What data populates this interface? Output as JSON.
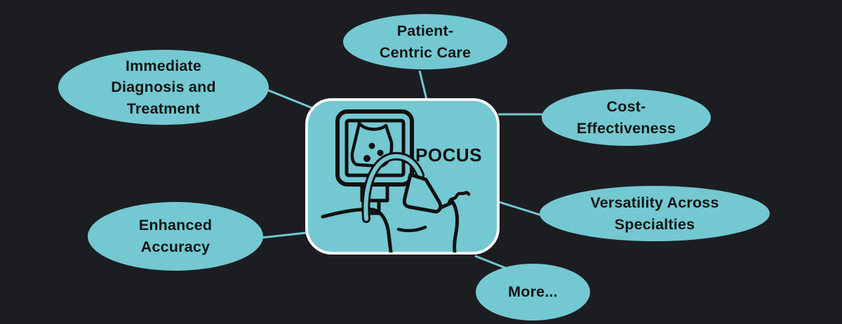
{
  "diagram": {
    "type": "mind-map",
    "center": {
      "label": "POCUS",
      "icon": "ultrasound-scan-icon"
    },
    "nodes": [
      {
        "id": "immediate-diagnosis-and-treatment",
        "label": "Immediate\nDiagnosis and\nTreatment"
      },
      {
        "id": "patient-centric-care",
        "label": "Patient-\nCentric Care"
      },
      {
        "id": "cost-effectiveness",
        "label": "Cost-\nEffectiveness"
      },
      {
        "id": "versatility-across-specialties",
        "label": "Versatility Across\nSpecialties"
      },
      {
        "id": "enhanced-accuracy",
        "label": "Enhanced\nAccuracy"
      },
      {
        "id": "more",
        "label": "More..."
      }
    ],
    "colors": {
      "background": "#1b1d21",
      "node_fill": "#74c8d1",
      "center_border": "#f5f5f5",
      "connector": "#74c8d1",
      "text": "#141414",
      "icon_stroke": "#101010"
    }
  }
}
